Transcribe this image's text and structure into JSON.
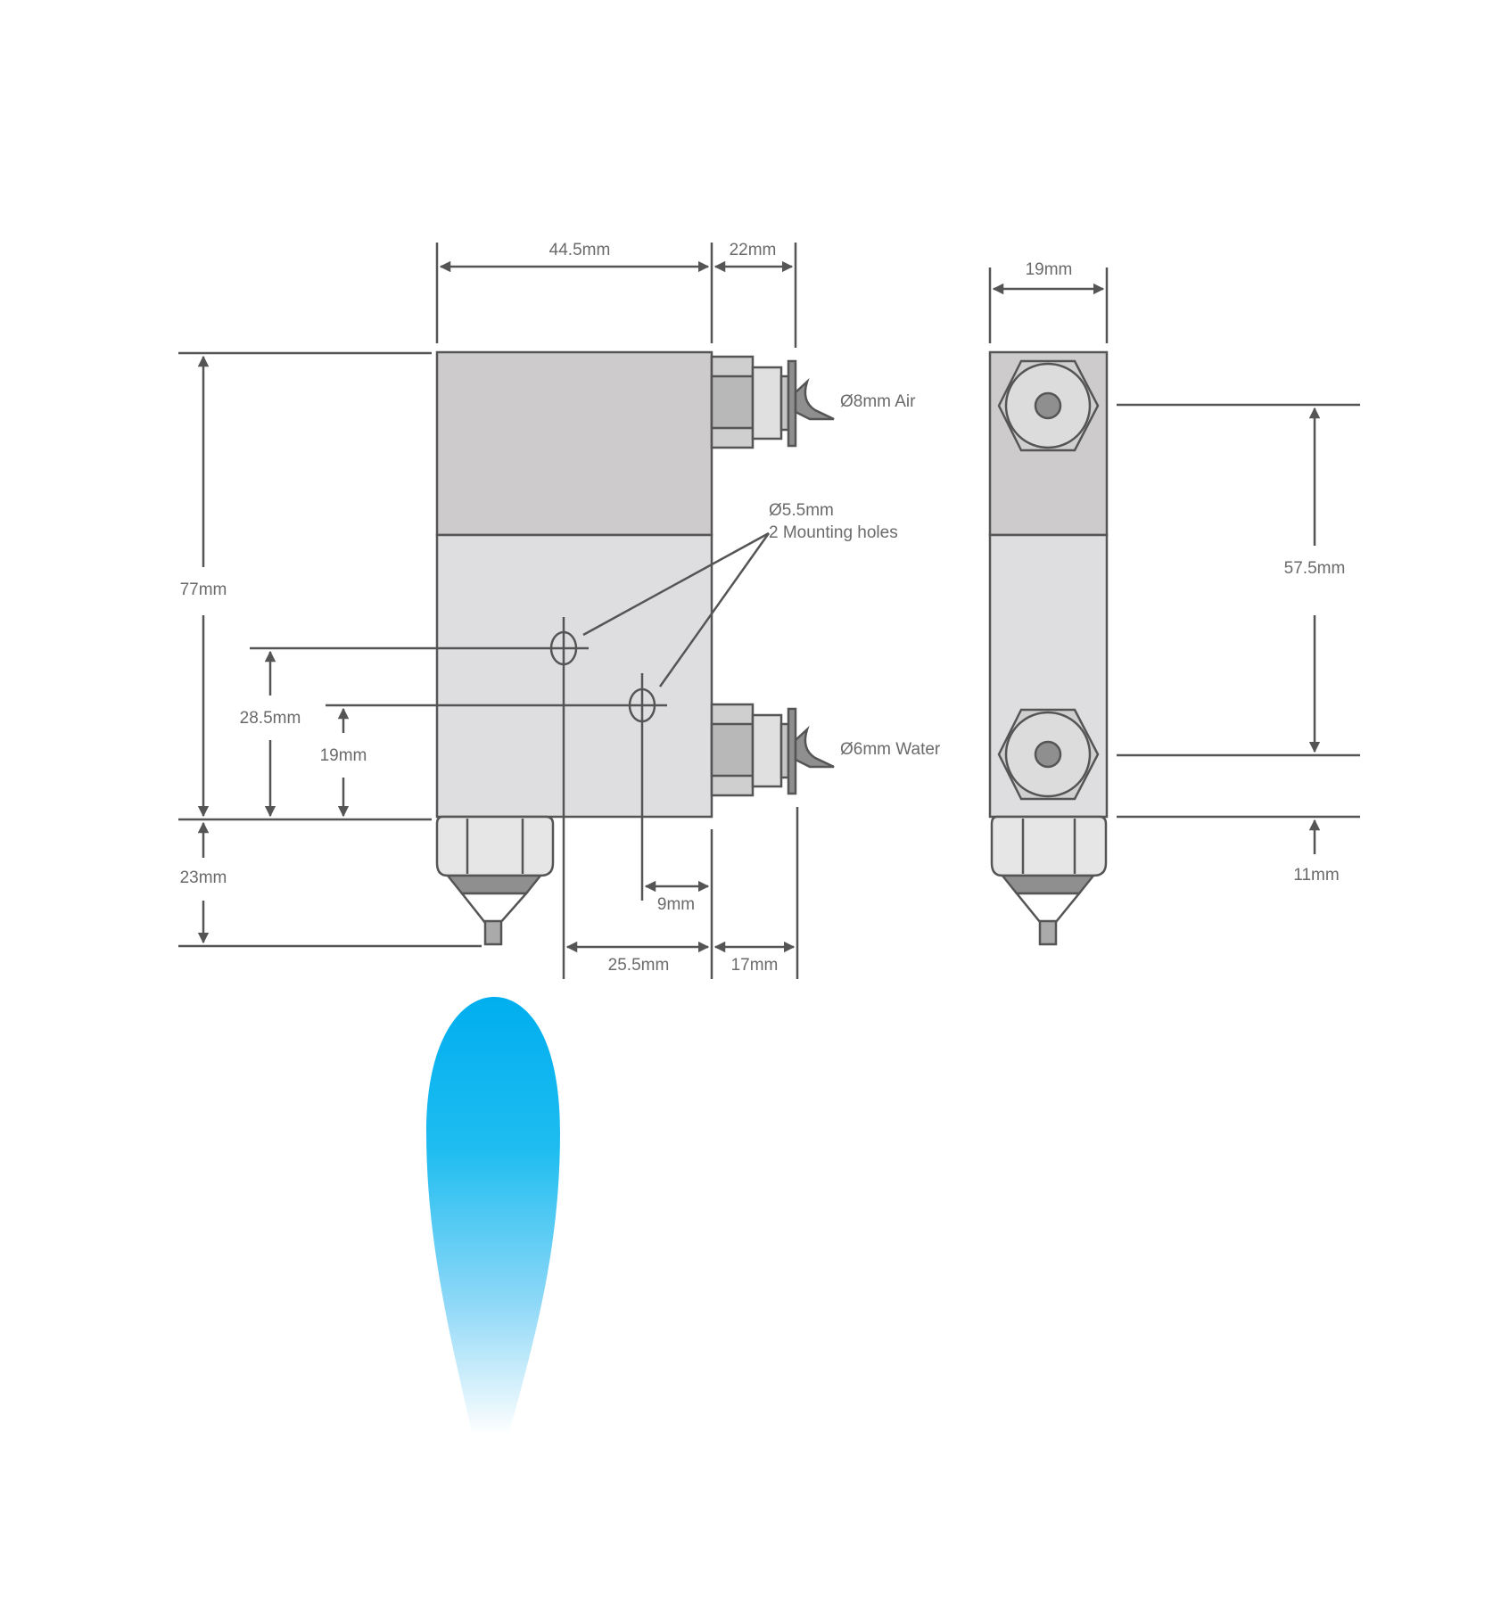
{
  "colors": {
    "outline": "#555555",
    "body_upper": "#cdcbcc",
    "body_lower": "#dedee0",
    "nut": "#e6e6e6",
    "cone": "#8f8f8f",
    "spray_top": "#00aeef",
    "spray_bottom": "#ffffff",
    "text": "#6a6a6a"
  },
  "front_view": {
    "dims": {
      "width": "44.5mm",
      "fitting_length": "22mm",
      "height": "77mm",
      "nozzle_height": "23mm",
      "hole1_height": "28.5mm",
      "hole2_height": "19mm",
      "hole_offset": "9mm",
      "hole_to_side": "25.5mm",
      "fitting_depth": "17mm"
    },
    "labels": {
      "air": "Ø8mm Air",
      "water": "Ø6mm Water",
      "holes_line1": "Ø5.5mm",
      "holes_line2": "2 Mounting holes"
    }
  },
  "side_view": {
    "dims": {
      "width": "19mm",
      "port_spacing": "57.5mm",
      "bottom_offset": "11mm"
    }
  }
}
